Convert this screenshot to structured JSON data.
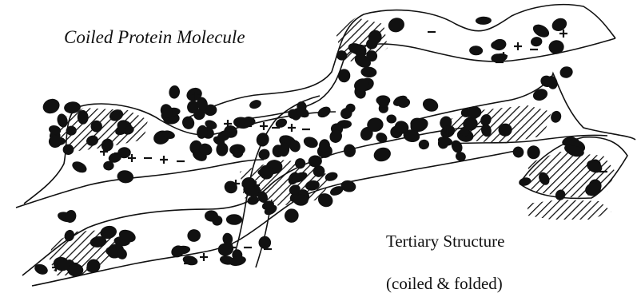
{
  "diagram": {
    "title": "Coiled Protein Molecule",
    "caption_line1": "Tertiary Structure",
    "caption_line2": "(coiled & folded)",
    "charge_marks": [
      "+",
      "-"
    ],
    "ink_color": "#111111",
    "background_color": "#ffffff"
  }
}
